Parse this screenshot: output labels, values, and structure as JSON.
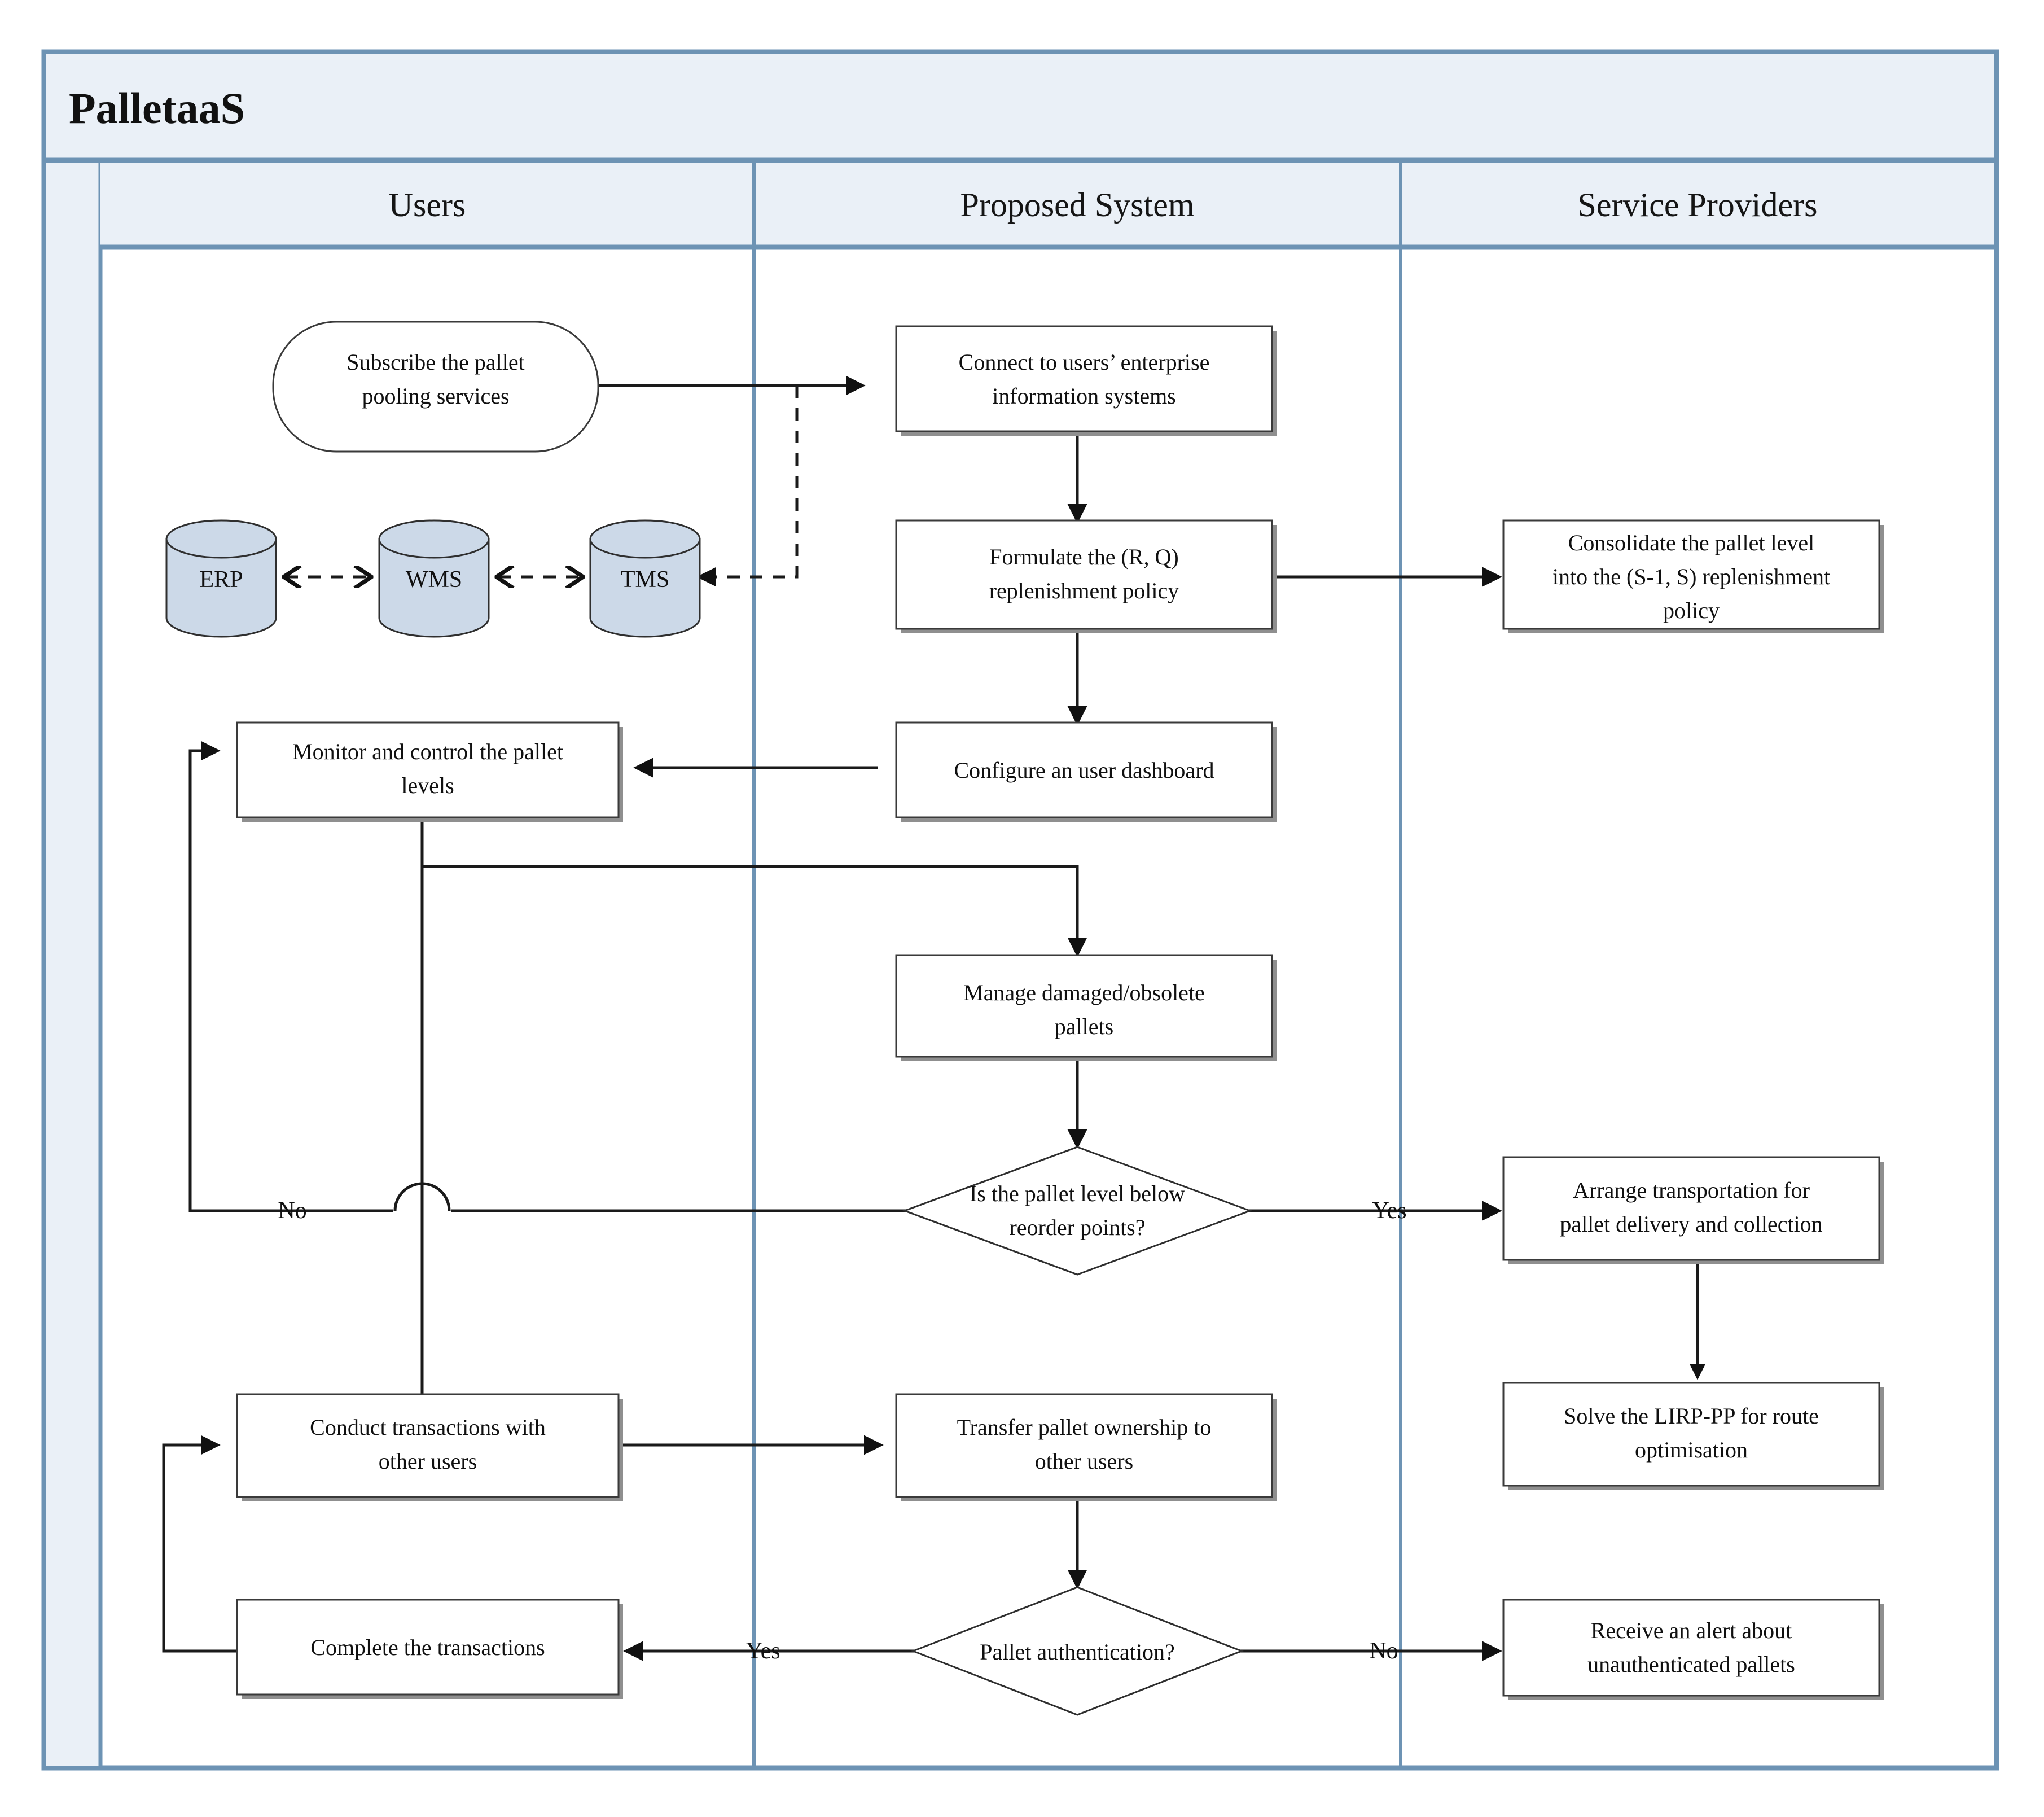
{
  "diagram": {
    "title": "PalletaaS",
    "lanes": [
      {
        "id": "users",
        "label": "Users"
      },
      {
        "id": "system",
        "label": "Proposed System"
      },
      {
        "id": "providers",
        "label": "Service Providers"
      }
    ],
    "nodes": [
      {
        "id": "subscribe",
        "shape": "rounded",
        "lane": "users",
        "text": [
          "Subscribe the pallet",
          "pooling services"
        ]
      },
      {
        "id": "connect",
        "shape": "rect",
        "lane": "system",
        "text": [
          "Connect to users’ enterprise",
          "information systems"
        ]
      },
      {
        "id": "formulate",
        "shape": "rect",
        "lane": "system",
        "text": [
          "Formulate the (R, Q)",
          "replenishment policy"
        ]
      },
      {
        "id": "consolidate",
        "shape": "rect",
        "lane": "providers",
        "text": [
          "Consolidate the pallet level",
          "into the (S-1, S) replenishment",
          "policy"
        ]
      },
      {
        "id": "monitor",
        "shape": "rect",
        "lane": "users",
        "text": [
          "Monitor and control the pallet",
          "levels"
        ]
      },
      {
        "id": "configure",
        "shape": "rect",
        "lane": "system",
        "text": [
          "Configure an user dashboard"
        ]
      },
      {
        "id": "manage",
        "shape": "rect",
        "lane": "system",
        "text": [
          "Manage damaged/obsolete",
          "pallets"
        ]
      },
      {
        "id": "reorder",
        "shape": "diamond",
        "lane": "system",
        "text": [
          "Is the pallet level below",
          "reorder points?"
        ]
      },
      {
        "id": "arrange",
        "shape": "rect",
        "lane": "providers",
        "text": [
          "Arrange transportation for",
          "pallet delivery and collection"
        ]
      },
      {
        "id": "lirp",
        "shape": "rect",
        "lane": "providers",
        "text": [
          "Solve the LIRP-PP for route",
          "optimisation"
        ]
      },
      {
        "id": "conduct",
        "shape": "rect",
        "lane": "users",
        "text": [
          "Conduct transactions with",
          "other users"
        ]
      },
      {
        "id": "transfer",
        "shape": "rect",
        "lane": "system",
        "text": [
          "Transfer pallet ownership to",
          "other users"
        ]
      },
      {
        "id": "complete",
        "shape": "rect",
        "lane": "users",
        "text": [
          "Complete the transactions"
        ]
      },
      {
        "id": "auth",
        "shape": "diamond",
        "lane": "system",
        "text": [
          "Pallet authentication?"
        ]
      },
      {
        "id": "alert",
        "shape": "rect",
        "lane": "providers",
        "text": [
          "Receive an alert about",
          "unauthenticated pallets"
        ]
      }
    ],
    "databases": [
      {
        "id": "erp",
        "label": "ERP"
      },
      {
        "id": "wms",
        "label": "WMS"
      },
      {
        "id": "tms",
        "label": "TMS"
      }
    ],
    "edge_labels": {
      "reorder_no": "No",
      "reorder_yes": "Yes",
      "auth_yes": "Yes",
      "auth_no": "No"
    },
    "colors": {
      "frame": "#6d93b4",
      "lane_header_fill": "#eaf0f7",
      "db_fill": "#ccd9e8",
      "line": "#1a1a1a",
      "box_fill": "#ffffff"
    }
  }
}
